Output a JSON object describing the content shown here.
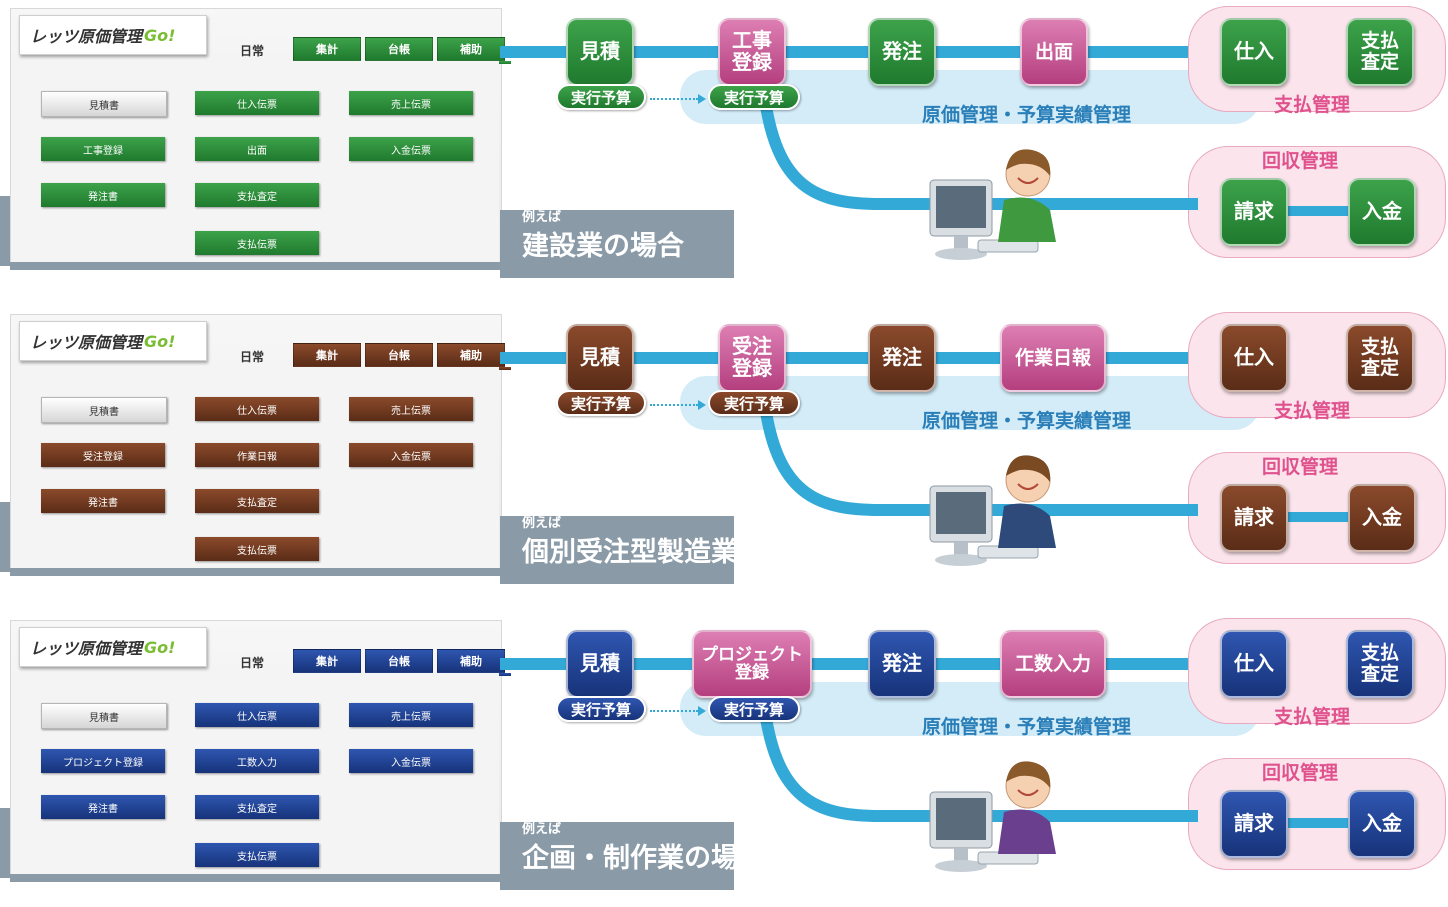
{
  "common": {
    "logo_text": "レッツ原価管理",
    "logo_go": "Go!",
    "tabs": [
      "日常",
      "集計",
      "台帳",
      "補助"
    ],
    "button_mitsumori": "見積書",
    "button_shiire_denpyo": "仕入伝票",
    "button_uriage_denpyo": "売上伝票",
    "button_nyukin_denpyo": "入金伝票",
    "button_hacchusho": "発注書",
    "button_shiharai_satei": "支払査定",
    "button_shiharai_denpyo": "支払伝票",
    "node_mitsumori": "見積",
    "node_hacchu": "発注",
    "node_shiire": "仕入",
    "node_shiharai_satei_l1": "支払",
    "node_shiharai_satei_l2": "査定",
    "node_seikyu": "請求",
    "node_nyukin": "入金",
    "badge_jikko_yosan": "実行予算",
    "caption_genka": "原価管理・予算実績管理",
    "caption_shiharai": "支払管理",
    "caption_kaishu": "回収管理",
    "example_small": "例えば"
  },
  "rows": [
    {
      "theme": "green",
      "color_dark": "#1f7a2e",
      "color_light": "#3da24a",
      "button_row1": "工事登録",
      "button_mid2": "出面",
      "register_l1": "工事",
      "register_l2": "登録",
      "node_process": "出面",
      "example_title": "建設業の場合"
    },
    {
      "theme": "brown",
      "color_dark": "#5a2c17",
      "color_light": "#8b4a2b",
      "button_row1": "受注登録",
      "button_mid2": "作業日報",
      "register_l1": "受注",
      "register_l2": "登録",
      "node_process": "作業日報",
      "example_title": "個別受注型製造業の場合"
    },
    {
      "theme": "blue",
      "color_dark": "#17337a",
      "color_light": "#2f56b0",
      "button_row1": "プロジェクト登録",
      "button_mid2": "工数入力",
      "register_l1": "プロジェクト",
      "register_l2": "登録",
      "node_process": "工数入力",
      "example_title": "企画・制作業の場合"
    }
  ]
}
